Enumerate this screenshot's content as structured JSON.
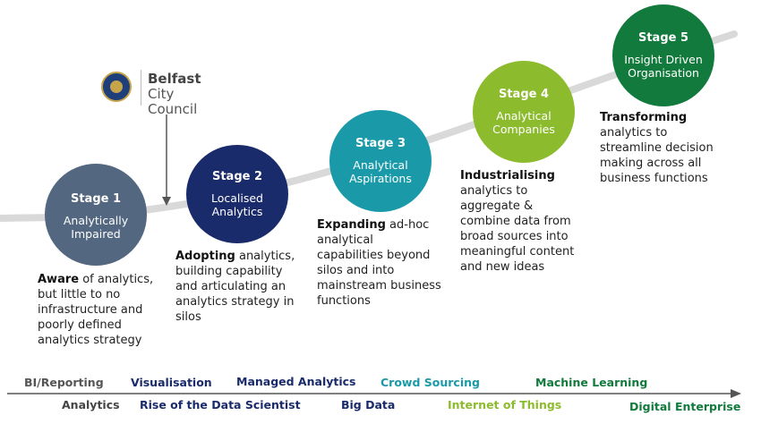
{
  "logo": {
    "line1": "Belfast",
    "line2": "City Council"
  },
  "colors": {
    "stage1": "#536780",
    "stage2": "#1a2b6b",
    "stage3": "#1a9aa8",
    "stage4": "#8dbb2e",
    "stage5": "#127a3c",
    "curve": "#d9d9d9",
    "arrow": "#555555"
  },
  "stages": [
    {
      "number": "Stage 1",
      "name_line1": "Analytically",
      "name_line2": "Impaired",
      "desc_bold": "Aware",
      "desc_rest": " of analytics, but little to no infrastructure and poorly defined analytics strategy"
    },
    {
      "number": "Stage 2",
      "name_line1": "Localised",
      "name_line2": "Analytics",
      "desc_bold": "Adopting",
      "desc_rest": " analytics, building capability and articulating an analytics strategy in silos"
    },
    {
      "number": "Stage 3",
      "name_line1": "Analytical",
      "name_line2": "Aspirations",
      "desc_bold": "Expanding",
      "desc_rest": " ad-hoc analytical capabilities beyond silos and into mainstream business functions"
    },
    {
      "number": "Stage 4",
      "name_line1": "Analytical",
      "name_line2": "Companies",
      "desc_bold": "Industrialising",
      "desc_rest": " analytics to aggregate & combine data from broad sources into meaningful content and new ideas"
    },
    {
      "number": "Stage 5",
      "name_line1": "Insight Driven",
      "name_line2": "Organisation",
      "desc_bold": "Transforming",
      "desc_rest": " analytics to streamline decision making across all business functions"
    }
  ],
  "technologies": {
    "top": [
      "BI/Reporting",
      "Visualisation",
      "Managed Analytics",
      "Crowd Sourcing",
      "Machine Learning"
    ],
    "bottom": [
      "Analytics",
      "Rise of the Data Scientist",
      "Big Data",
      "Internet of Things",
      "Digital Enterprise"
    ]
  }
}
